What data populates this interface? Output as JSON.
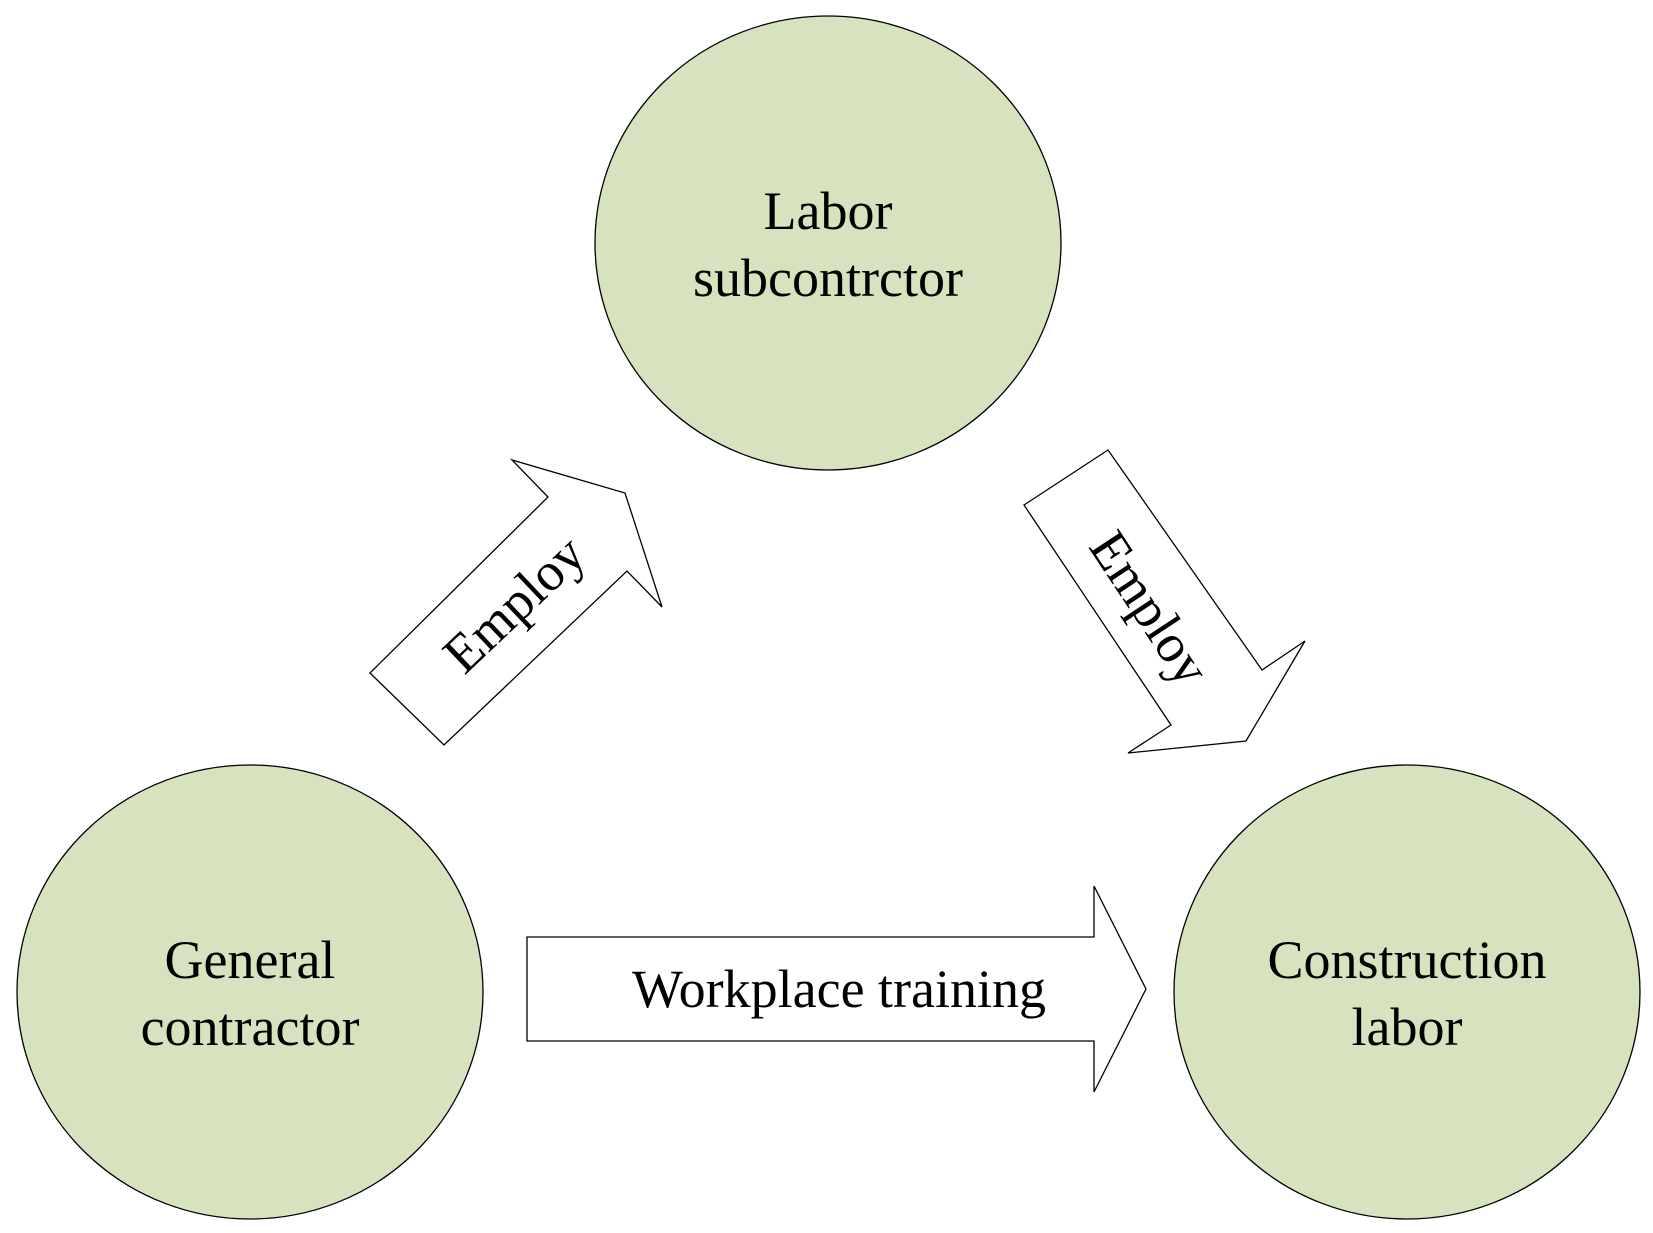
{
  "colors": {
    "node_fill": "#d7e2be",
    "outline": "#000000",
    "arrow_fill": "#ffffff"
  },
  "nodes": {
    "subcontractor": {
      "line1": "Labor",
      "line2": "subcontrctor"
    },
    "general": {
      "line1": "General",
      "line2": "contractor"
    },
    "labor": {
      "line1": "Construction",
      "line2": "labor"
    }
  },
  "edges": {
    "general_to_subcontractor": "Employ",
    "subcontractor_to_labor": "Employ",
    "general_to_labor": "Workplace training"
  }
}
